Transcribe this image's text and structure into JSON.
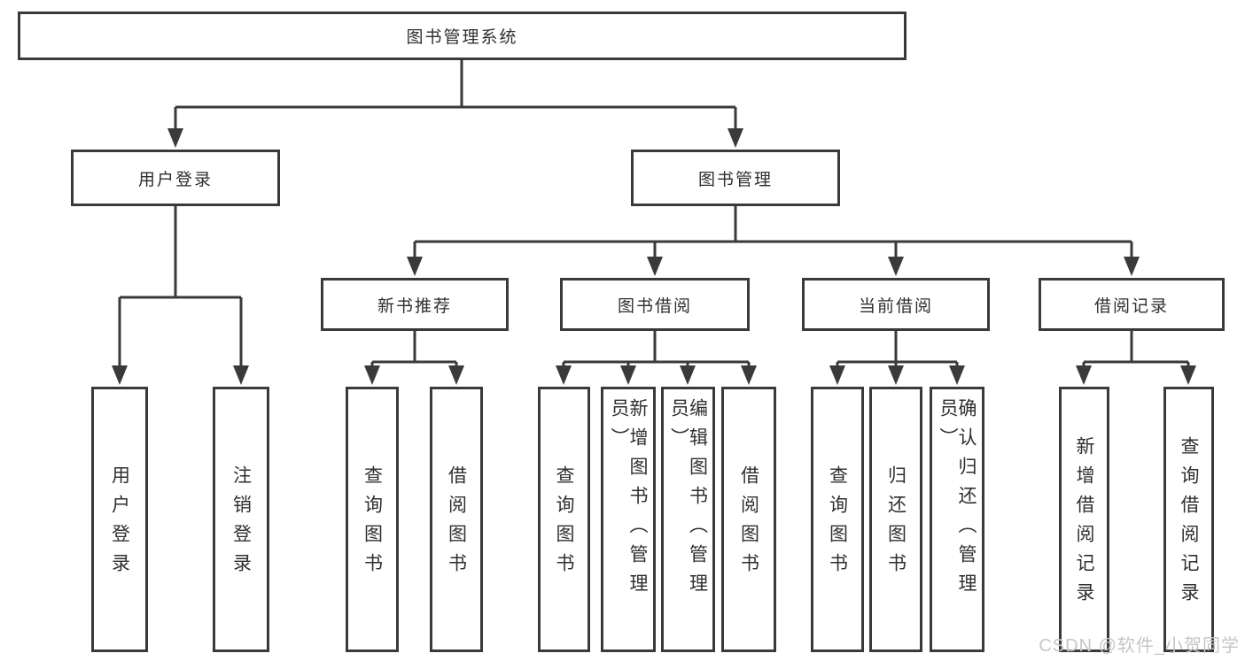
{
  "diagram": {
    "nodes": {
      "root": "图书管理系统",
      "user_login": "用户登录",
      "book_management": "图书管理",
      "new_book_recommend": "新书推荐",
      "book_borrow": "图书借阅",
      "current_borrow": "当前借阅",
      "borrow_records": "借阅记录"
    },
    "leaves": {
      "user_login": [
        "用户登录",
        "注销登录"
      ],
      "new_book_recommend": [
        "查询图书",
        "借阅图书"
      ],
      "book_borrow": [
        "查询图书",
        "新增图书（管理员）",
        "编辑图书（管理员）",
        "借阅图书"
      ],
      "current_borrow": [
        "查询图书",
        "归还图书",
        "确认归还（管理员）"
      ],
      "borrow_records": [
        "新增借阅记录",
        "查询借阅记录"
      ]
    }
  },
  "watermark": "CSDN @软件_小贺同学",
  "colors": {
    "line": "#3a3a3a",
    "text": "#2f2f2f",
    "watermark": "#c6c6c6",
    "background": "#ffffff"
  }
}
